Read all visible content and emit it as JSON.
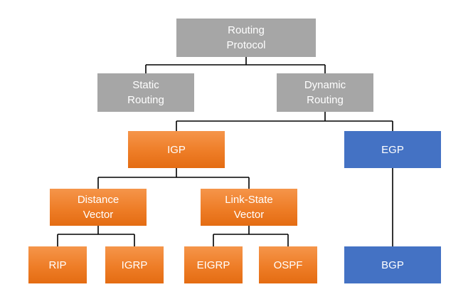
{
  "nodes": {
    "routing_protocol": "Routing\nProtocol",
    "static_routing": "Static\nRouting",
    "dynamic_routing": "Dynamic\nRouting",
    "igp": "IGP",
    "egp": "EGP",
    "distance_vector": "Distance\nVector",
    "link_state_vector": "Link-State\nVector",
    "rip": "RIP",
    "igrp": "IGRP",
    "eigrp": "EIGRP",
    "ospf": "OSPF",
    "bgp": "BGP"
  },
  "colors": {
    "gray": "#a6a6a6",
    "orange": "#ee7d27",
    "blue": "#4472c4",
    "connector": "#000000"
  },
  "edges": [
    [
      "routing_protocol",
      "static_routing"
    ],
    [
      "routing_protocol",
      "dynamic_routing"
    ],
    [
      "dynamic_routing",
      "igp"
    ],
    [
      "dynamic_routing",
      "egp"
    ],
    [
      "igp",
      "distance_vector"
    ],
    [
      "igp",
      "link_state_vector"
    ],
    [
      "distance_vector",
      "rip"
    ],
    [
      "distance_vector",
      "igrp"
    ],
    [
      "link_state_vector",
      "eigrp"
    ],
    [
      "link_state_vector",
      "ospf"
    ],
    [
      "egp",
      "bgp"
    ]
  ]
}
